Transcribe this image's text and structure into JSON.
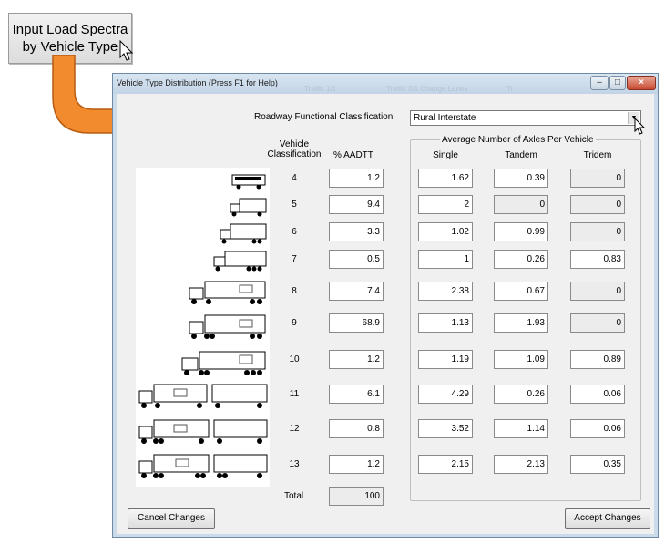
{
  "callout": {
    "line1": "Input Load Spectra",
    "line2": "by Vehicle Type"
  },
  "window": {
    "title": "Vehicle Type Distribution (Press F1 for Help)",
    "ghost_tabs": [
      "Traffic 1/1",
      "Traffic 2/1 Change Lanes",
      "Tr"
    ]
  },
  "roadway": {
    "label": "Roadway Functional Classification",
    "selected": "Rural Interstate"
  },
  "headers": {
    "vehicle_classification_line1": "Vehicle",
    "vehicle_classification_line2": "Classification",
    "aadtt": "% AADTT",
    "axles_group": "Average Number of Axles Per Vehicle",
    "single": "Single",
    "tandem": "Tandem",
    "tridem": "Tridem"
  },
  "rows": [
    {
      "cls": "4",
      "aadtt": "1.2",
      "single": "1.62",
      "tandem": "0.39",
      "tridem": "0",
      "tandem_disabled": false,
      "tridem_disabled": true
    },
    {
      "cls": "5",
      "aadtt": "9.4",
      "single": "2",
      "tandem": "0",
      "tridem": "0",
      "tandem_disabled": true,
      "tridem_disabled": true
    },
    {
      "cls": "6",
      "aadtt": "3.3",
      "single": "1.02",
      "tandem": "0.99",
      "tridem": "0",
      "tandem_disabled": false,
      "tridem_disabled": true
    },
    {
      "cls": "7",
      "aadtt": "0.5",
      "single": "1",
      "tandem": "0.26",
      "tridem": "0.83",
      "tandem_disabled": false,
      "tridem_disabled": false
    },
    {
      "cls": "8",
      "aadtt": "7.4",
      "single": "2.38",
      "tandem": "0.67",
      "tridem": "0",
      "tandem_disabled": false,
      "tridem_disabled": true
    },
    {
      "cls": "9",
      "aadtt": "68.9",
      "single": "1.13",
      "tandem": "1.93",
      "tridem": "0",
      "tandem_disabled": false,
      "tridem_disabled": true
    },
    {
      "cls": "10",
      "aadtt": "1.2",
      "single": "1.19",
      "tandem": "1.09",
      "tridem": "0.89",
      "tandem_disabled": false,
      "tridem_disabled": false
    },
    {
      "cls": "11",
      "aadtt": "6.1",
      "single": "4.29",
      "tandem": "0.26",
      "tridem": "0.06",
      "tandem_disabled": false,
      "tridem_disabled": false
    },
    {
      "cls": "12",
      "aadtt": "0.8",
      "single": "3.52",
      "tandem": "1.14",
      "tridem": "0.06",
      "tandem_disabled": false,
      "tridem_disabled": false
    },
    {
      "cls": "13",
      "aadtt": "1.2",
      "single": "2.15",
      "tandem": "2.13",
      "tridem": "0.35",
      "tandem_disabled": false,
      "tridem_disabled": false
    }
  ],
  "total": {
    "label": "Total",
    "value": "100"
  },
  "buttons": {
    "cancel": "Cancel Changes",
    "accept": "Accept Changes"
  },
  "icons": {
    "vehicle_images": [
      "bus-icon",
      "single-unit-truck-icon",
      "three-axle-truck-icon",
      "four-axle-truck-icon",
      "semi-trailer-icon",
      "tractor-semitrailer-icon",
      "six-axle-semi-icon",
      "double-trailer-icon",
      "double-trailer-6axle-icon",
      "multi-trailer-icon"
    ]
  },
  "colors": {
    "arrow": "#f28a2e",
    "arrow_border": "#b85c12",
    "window_frame": "#ccdbe9",
    "close_button": "#c84a30"
  }
}
